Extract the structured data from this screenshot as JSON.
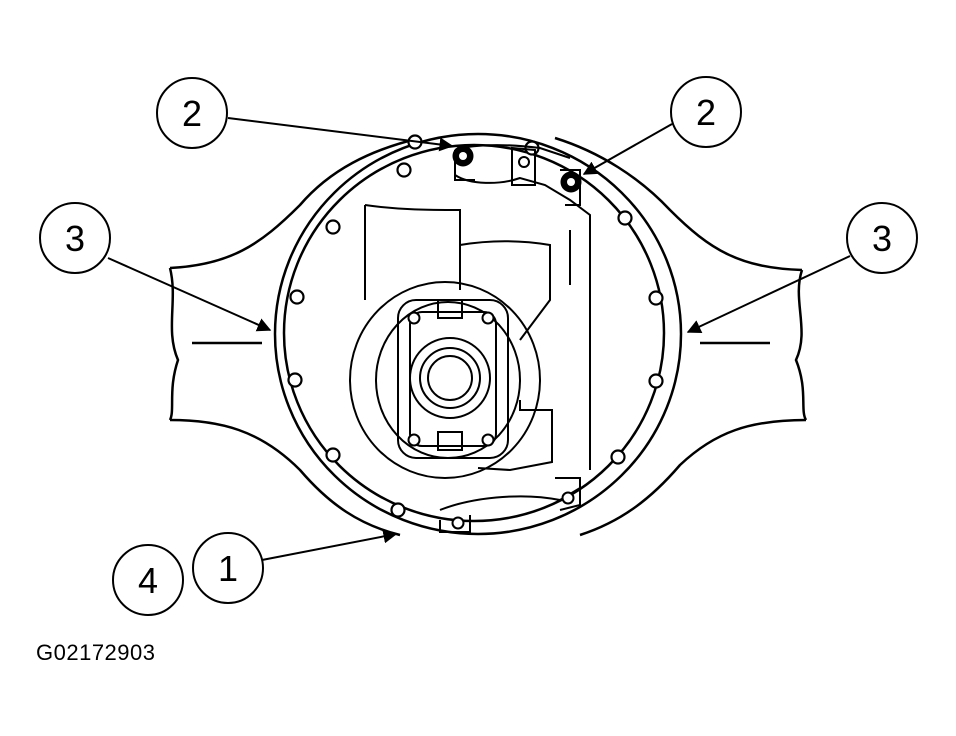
{
  "figure": {
    "id": "G02172903",
    "callouts": {
      "top_left": "2",
      "top_right": "2",
      "left": "3",
      "right": "3",
      "bottom_outer": "4",
      "bottom_inner": "1"
    }
  },
  "colors": {
    "line": "#000000",
    "background": "#ffffff"
  }
}
